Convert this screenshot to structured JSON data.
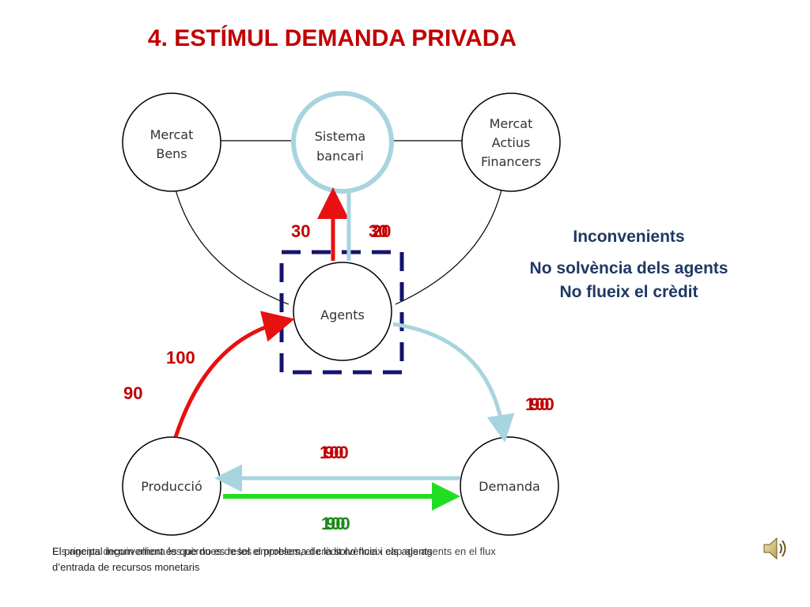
{
  "slide": {
    "title": "4. ESTÍMUL DEMANDA PRIVADA",
    "nodes": {
      "mercat_bens": [
        "Mercat",
        "Bens"
      ],
      "sistema_bancari": [
        "Sistema",
        "bancari"
      ],
      "mercat_actius": [
        "Mercat",
        "Actius",
        "Financers"
      ],
      "agents": [
        "Agents"
      ],
      "produccio": [
        "Producció"
      ],
      "demanda": [
        "Demanda"
      ]
    },
    "flows": {
      "credit_up_red": "30",
      "credit_down_blue_a": "30",
      "credit_down_blue_b": "20",
      "prod_to_agents_a": "100",
      "prod_to_agents_b": "90",
      "agents_to_demand_a": "100",
      "agents_to_demand_b": "90",
      "demand_to_prod_a": "100",
      "demand_to_prod_b": "90",
      "prod_to_demand_a": "100",
      "prod_to_demand_b": "90"
    },
    "info": {
      "heading": "Inconvenients",
      "line1": "No solvència dels agents",
      "line2": "No flueix el crèdit"
    },
    "footnote": {
      "line1": "El principal inconvenient és que no es resol el problema de la solvència i els agents",
      "line2": "d’entrada de recursos monetaris",
      "overlay": "Els agents deguin alhora les pèrdues de les empreses, el crèdit no flueix cap als agents en el flux"
    },
    "colors": {
      "title": "#c00000",
      "red_arrow": "#e81010",
      "blue_arrow": "#a8d4df",
      "green_arrow": "#22dd22",
      "dash_box": "#14146e",
      "info_text": "#1f3864"
    },
    "icons": {
      "speaker": "speaker-icon"
    }
  }
}
